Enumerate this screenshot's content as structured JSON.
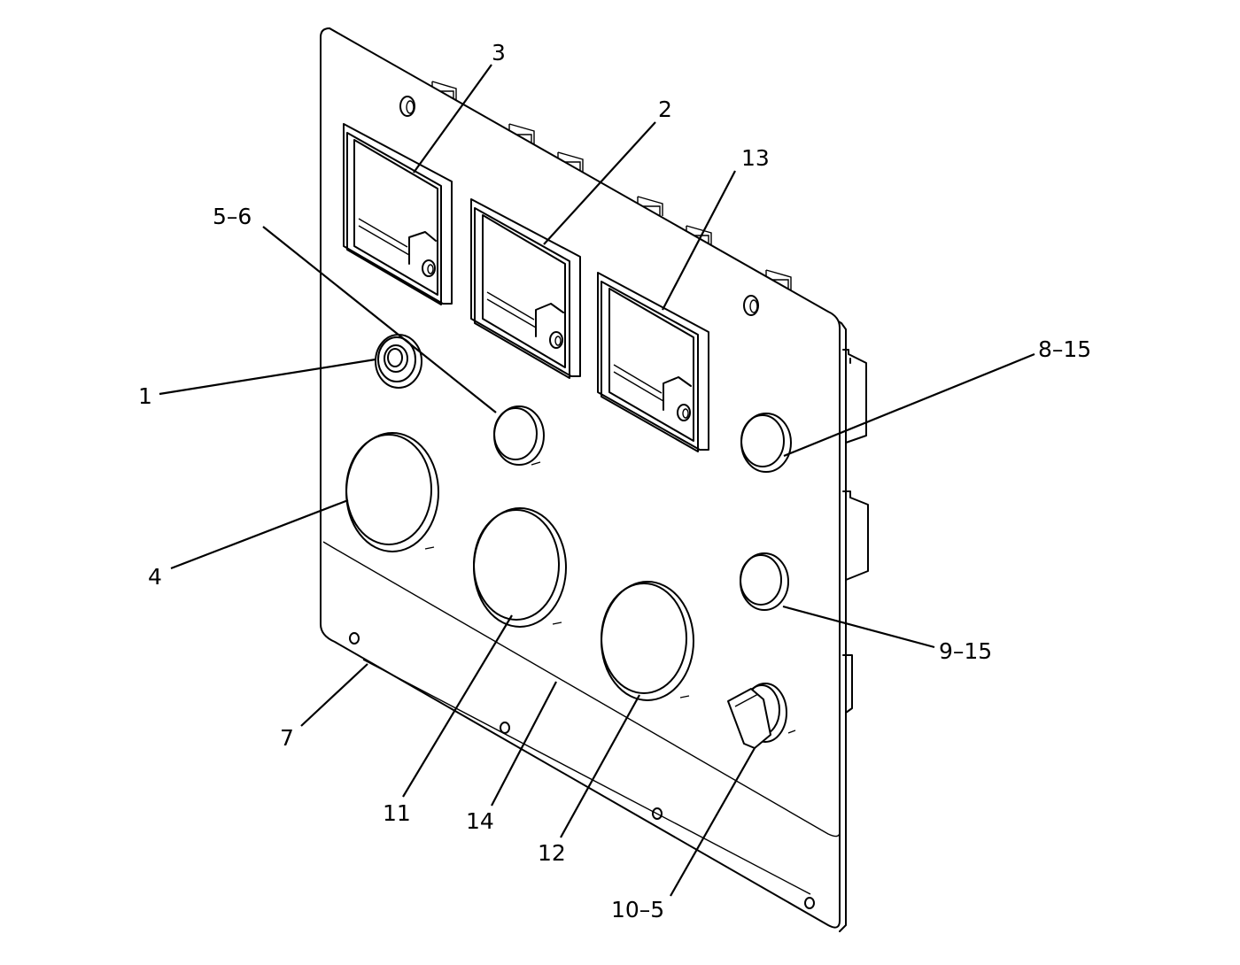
{
  "diagram": {
    "callouts": {
      "c3": "3",
      "c2": "2",
      "c13": "13",
      "c5_6": "5–6",
      "c8_15": "8–15",
      "c1": "1",
      "c4": "4",
      "c9_15": "9–15",
      "c7": "7",
      "c11": "11",
      "c14": "14",
      "c12": "12",
      "c10_5": "10–5"
    }
  }
}
